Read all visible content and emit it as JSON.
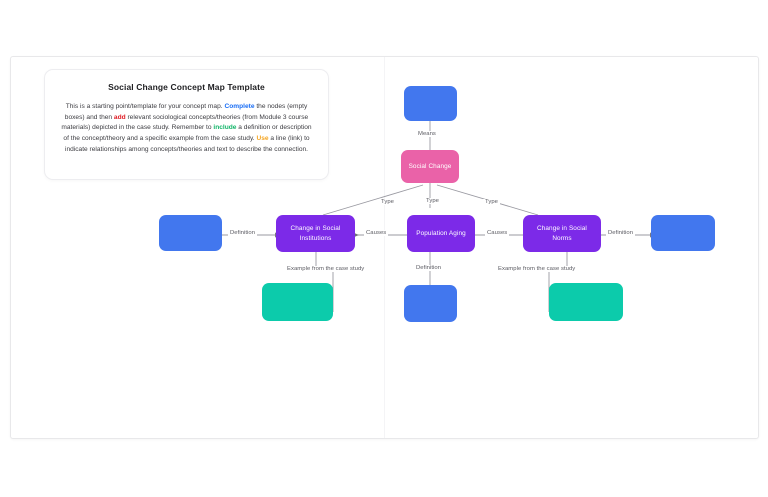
{
  "page": {
    "background": "#ffffff",
    "canvas_border": "#e8e8ea"
  },
  "info_card": {
    "title": "Social Change Concept Map Template",
    "text_parts": [
      {
        "t": "This is a starting point/template for your concept map. ",
        "style": "plain"
      },
      {
        "t": "Complete",
        "style": "blue"
      },
      {
        "t": " the nodes (empty boxes) and then ",
        "style": "plain"
      },
      {
        "t": "add",
        "style": "red"
      },
      {
        "t": " relevant sociological concepts/theories (from Module 3 course materials) depicted in the case study. Remember to ",
        "style": "plain"
      },
      {
        "t": "include",
        "style": "green"
      },
      {
        "t": " a definition or description of the concept/theory and a specific example from the case study. ",
        "style": "plain"
      },
      {
        "t": "Use",
        "style": "orange"
      },
      {
        "t": " a line (link) to indicate relationships among concepts/theories and text to describe the connection.",
        "style": "plain"
      }
    ],
    "highlight_colors": {
      "blue": "#1a6ef5",
      "red": "#e01b24",
      "green": "#12b569",
      "orange": "#f5a623"
    }
  },
  "map": {
    "node_colors": {
      "blue": "#4277ee",
      "pink": "#ea62a8",
      "purple": "#7c2ae8",
      "green": "#0ccbab"
    },
    "nodes": [
      {
        "id": "top-empty",
        "label": "",
        "color": "blue"
      },
      {
        "id": "social-change",
        "label": "Social Change",
        "color": "pink"
      },
      {
        "id": "change-social-institutions",
        "label": "Change in Social Institutions",
        "color": "purple"
      },
      {
        "id": "population-aging",
        "label": "Population Aging",
        "color": "purple"
      },
      {
        "id": "change-social-norms",
        "label": "Change in Social Norms",
        "color": "purple"
      },
      {
        "id": "left-definition-empty",
        "label": "",
        "color": "blue"
      },
      {
        "id": "right-definition-empty",
        "label": "",
        "color": "blue"
      },
      {
        "id": "left-example-empty",
        "label": "",
        "color": "green"
      },
      {
        "id": "center-definition-empty",
        "label": "",
        "color": "blue"
      },
      {
        "id": "right-example-empty",
        "label": "",
        "color": "green"
      }
    ],
    "edge_labels": {
      "means": "Means",
      "type_left": "Type",
      "type_center": "Type",
      "type_right": "Type",
      "causes_left": "Causes",
      "causes_right": "Causes",
      "definition_left": "Definition",
      "definition_center": "Definition",
      "definition_right": "Definition",
      "example_left": "Example from the case study",
      "example_right": "Example from the case study"
    }
  }
}
